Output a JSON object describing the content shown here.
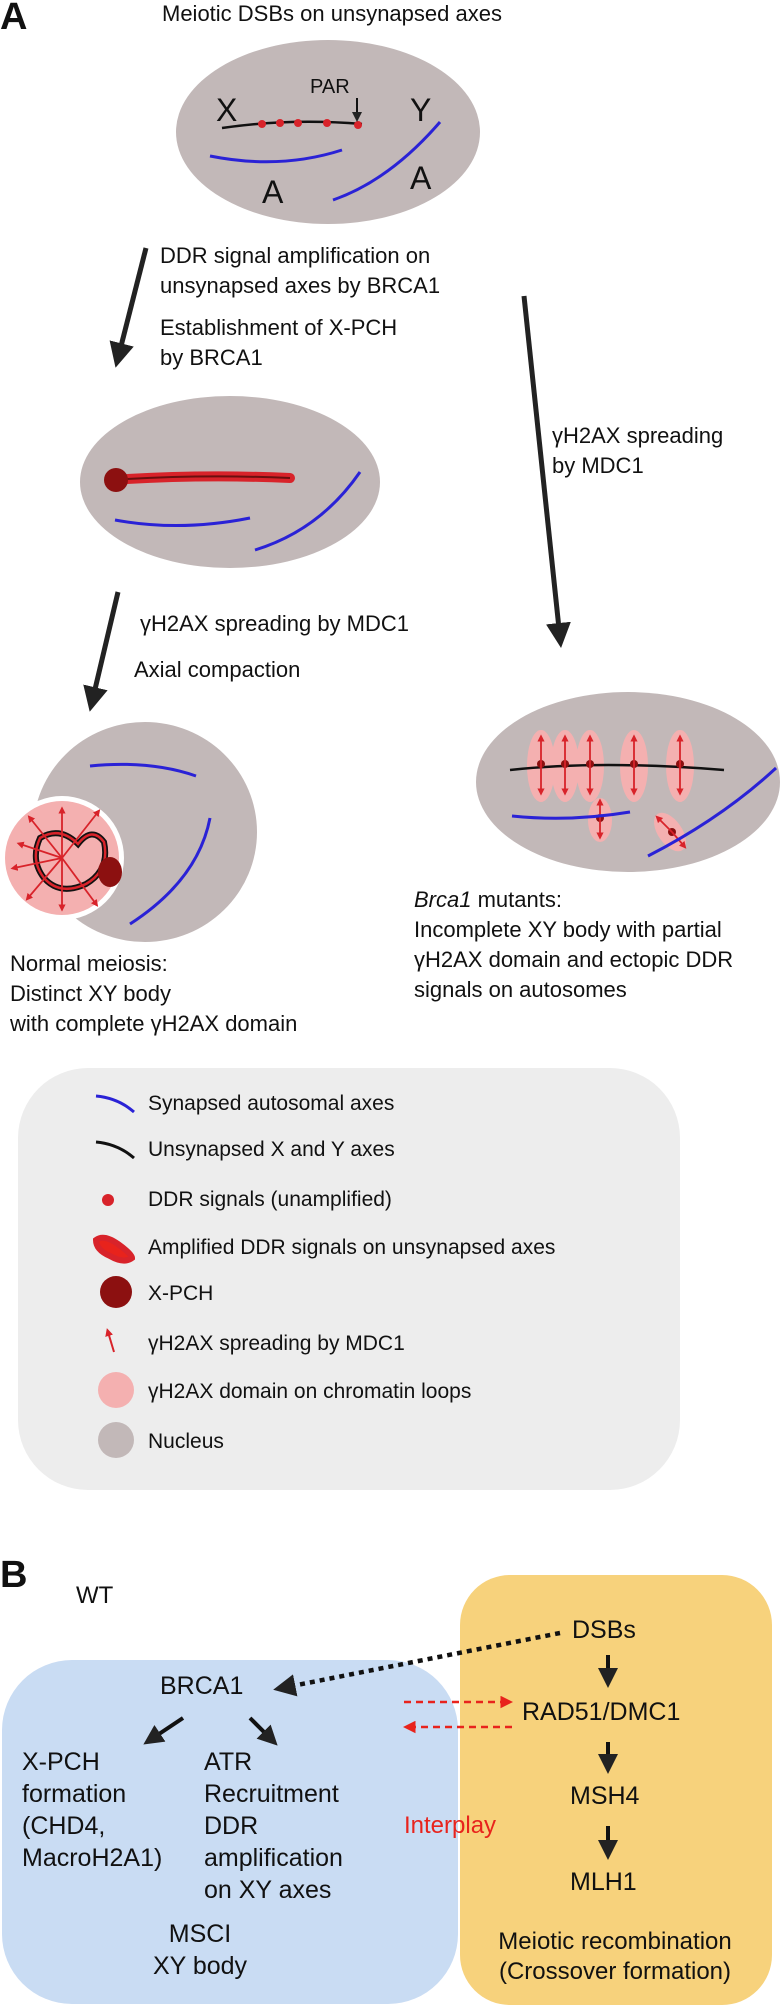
{
  "panel_a": {
    "letter": "A",
    "title": "Meiotic DSBs on unsynapsed axes",
    "nucleus1": {
      "x_label": "X",
      "y_label": "Y",
      "par_label": "PAR",
      "a_left": "A",
      "a_right": "A"
    },
    "step1_line1": "DDR signal amplification on",
    "step1_line2": "unsynapsed axes by BRCA1",
    "step2_line1": "Establishment of X-PCH",
    "step2_line2": "by BRCA1",
    "right_step_line1": "γH2AX spreading",
    "right_step_line2": "by MDC1",
    "step3": "γH2AX spreading by MDC1",
    "step4": "Axial compaction",
    "normal_line1": "Normal meiosis:",
    "normal_line2": "Distinct XY body",
    "normal_line3": "with complete γH2AX domain",
    "mutant_gene": "Brca1",
    "mutant_suffix": " mutants:",
    "mutant_line2": "Incomplete XY body with partial",
    "mutant_line3": "γH2AX domain and ectopic DDR",
    "mutant_line4": "signals on autosomes"
  },
  "legend": {
    "items": [
      {
        "label": "Synapsed autosomal axes",
        "icon": "blue-line-icon"
      },
      {
        "label": "Unsynapsed X and Y axes",
        "icon": "black-line-icon"
      },
      {
        "label": "DDR signals (unamplified)",
        "icon": "red-dot-icon"
      },
      {
        "label": "Amplified DDR signals on unsynapsed axes",
        "icon": "red-blob-icon"
      },
      {
        "label": "X-PCH",
        "icon": "dark-red-circle-icon"
      },
      {
        "label": "γH2AX spreading by MDC1",
        "icon": "red-arrow-icon"
      },
      {
        "label": "γH2AX domain on chromatin loops",
        "icon": "pink-circle-icon"
      },
      {
        "label": "Nucleus",
        "icon": "grey-circle-icon"
      }
    ]
  },
  "panel_b": {
    "letter": "B",
    "wt": "WT",
    "brca1": "BRCA1",
    "xpch_line1": "X-PCH",
    "xpch_line2": "formation",
    "xpch_line3": "(CHD4,",
    "xpch_line4": "MacroH2A1)",
    "atr_line1": "ATR",
    "atr_line2": "Recruitment",
    "atr_line3": "DDR",
    "atr_line4": "amplification",
    "atr_line5": "on XY axes",
    "msci": "MSCI",
    "xy_body": "XY body",
    "dsbs": "DSBs",
    "rad51": "RAD51/DMC1",
    "msh4": "MSH4",
    "mlh1": "MLH1",
    "interplay": "Interplay",
    "recomb_line1": "Meiotic recombination",
    "recomb_line2": "(Crossover formation)"
  },
  "colors": {
    "nucleus": "#c2b8b8",
    "blue_axis": "#2a22d6",
    "red_signal": "#d8232a",
    "dark_red": "#8c1010",
    "pink_domain": "#f4b0b0",
    "legend_bg": "#ededed",
    "blue_box": "#c9dcf3",
    "yellow_box": "#f7d27c",
    "interplay_red": "#e8231c"
  }
}
